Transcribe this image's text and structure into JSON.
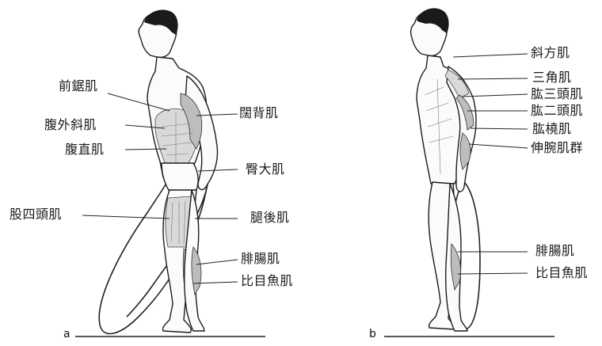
{
  "figure_a": {
    "panel_label": "a",
    "labels": {
      "serratus": "前鋸肌",
      "oblique": "腹外斜肌",
      "rectus": "腹直肌",
      "quadriceps": "股四頭肌",
      "latissimus": "闊背肌",
      "gluteus": "臀大肌",
      "hamstrings": "腿後肌",
      "gastrocnemius": "腓腸肌",
      "soleus": "比目魚肌"
    }
  },
  "figure_b": {
    "panel_label": "b",
    "labels": {
      "trapezius": "斜方肌",
      "deltoid": "三角肌",
      "triceps": "肱三頭肌",
      "biceps": "肱二頭肌",
      "brachioradialis": "肱橈肌",
      "extensors": "伸腕肌群",
      "gastrocnemius": "腓腸肌",
      "soleus": "比目魚肌"
    }
  }
}
